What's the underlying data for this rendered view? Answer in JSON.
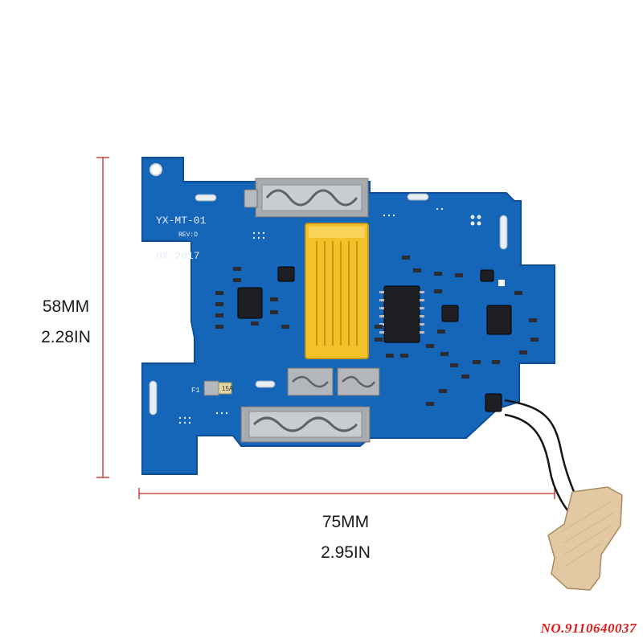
{
  "dimensions": {
    "height_mm": "58MM",
    "height_in": "2.28IN",
    "width_mm": "75MM",
    "width_in": "2.95IN"
  },
  "board": {
    "model": "YX-MT-01",
    "revision": "REV:D",
    "maker_year": "HX 2017",
    "fuse_label": "F1",
    "fuse_rating": "15A"
  },
  "watermark": "NO.9110640037",
  "colors": {
    "pcb": "#1565b8",
    "pcb_edge": "#0c4f98",
    "connector": "#f5c12a",
    "dimension_line": "#c62828",
    "watermark": "#e11b1b"
  }
}
